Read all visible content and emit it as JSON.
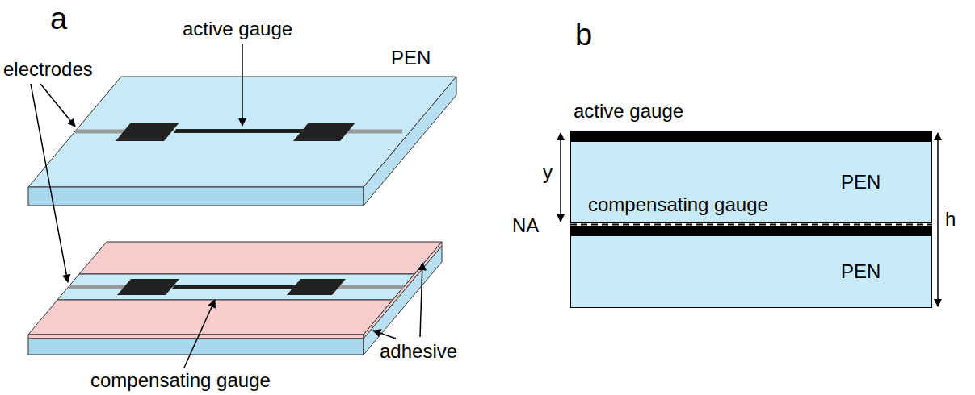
{
  "diagram": {
    "nodes": [
      {
        "text": [
          "PEN"
        ]
      },
      {
        "text": [
          "PEN"
        ]
      }
    ],
    "labels": [
      "a",
      "active gauge",
      "PEN",
      "electrodes",
      "adhesive",
      "compensating gauge",
      "b",
      "active gauge",
      "y",
      "compensating gauge",
      "NA",
      "h"
    ]
  }
}
